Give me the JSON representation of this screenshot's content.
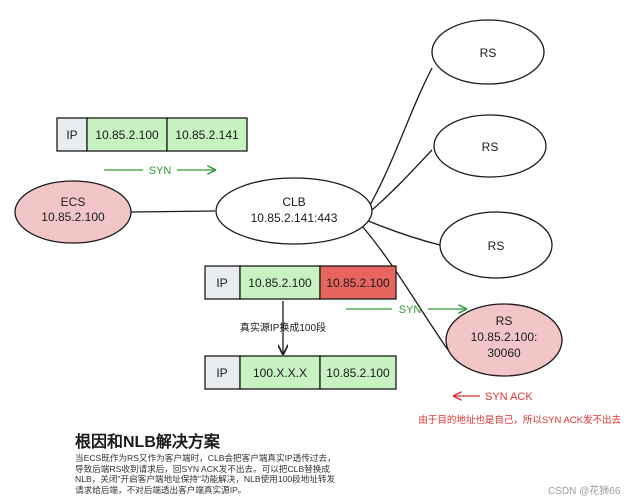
{
  "colors": {
    "stroke": "#1a1a1a",
    "green_fill": "#c8f2c2",
    "red_fill": "#e8655f",
    "pink_fill": "#f2c6c6",
    "gray_fill": "#e9ecef",
    "green_text": "#2e9b35",
    "red_text": "#e03131"
  },
  "nodes": {
    "ecs": {
      "title": "ECS",
      "ip": "10.85.2.100"
    },
    "clb": {
      "title": "CLB",
      "ip": "10.85.2.141:443"
    },
    "rs1": {
      "label": "RS"
    },
    "rs2": {
      "label": "RS"
    },
    "rs3": {
      "label": "RS"
    },
    "rs4": {
      "title": "RS",
      "ip_line1": "10.85.2.100:",
      "ip_line2": "30060"
    }
  },
  "packets": {
    "p1": {
      "ip": "IP",
      "src": "10.85.2.100",
      "dst": "10.85.2.141"
    },
    "p2": {
      "ip": "IP",
      "src": "10.85.2.100",
      "dst": "10.85.2.100"
    },
    "p3": {
      "ip": "IP",
      "src": "100.X.X.X",
      "dst": "10.85.2.100"
    }
  },
  "labels": {
    "syn_top": "SYN",
    "syn_mid": "SYN",
    "syn_ack": "SYN ACK",
    "translate": "真实源IP换成100段",
    "reason": "由于目的地址也是自己，所以SYN ACK发不出去"
  },
  "text": {
    "heading": "根因和NLB解决方案",
    "description": "当ECS既作为RS又作为客户端时，CLB会把客户端真实IP透传过去，\n导致后端RS收到请求后，回SYN ACK发不出去。可以把CLB替换成\nNLB，关闭\"开启客户端地址保持\"功能解决，NLB使用100段地址转发\n请求给后端，不对后端透出客户端真实源IP。",
    "watermark": "CSDN @花狮66"
  }
}
